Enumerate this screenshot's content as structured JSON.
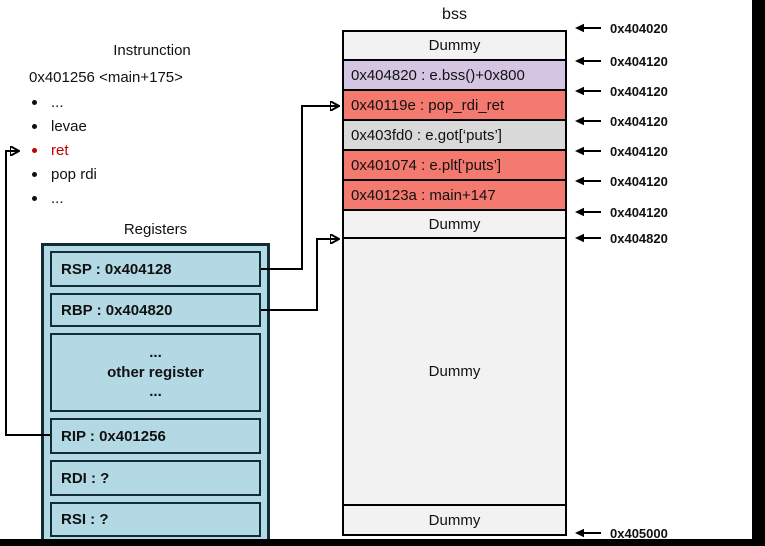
{
  "instruction": {
    "title": "Instrunction",
    "header": "0x401256 <main+175>",
    "items": [
      {
        "text": "...",
        "highlight": false
      },
      {
        "text": "levae",
        "highlight": false
      },
      {
        "text": "ret",
        "highlight": true
      },
      {
        "text": "pop rdi",
        "highlight": false
      },
      {
        "text": "...",
        "highlight": false
      }
    ]
  },
  "registers": {
    "title": "Registers",
    "rows": [
      {
        "id": "rsp",
        "label": "RSP : 0x404128"
      },
      {
        "id": "rbp",
        "label": "RBP : 0x404820"
      },
      {
        "id": "other",
        "lines": [
          "...",
          "other register",
          "..."
        ]
      },
      {
        "id": "rip",
        "label": "RIP : 0x401256"
      },
      {
        "id": "rdi",
        "label": "RDI : ?"
      },
      {
        "id": "rsi",
        "label": "RSI : ?"
      }
    ]
  },
  "stack": {
    "title": "bss",
    "rows": [
      {
        "text": "Dummy",
        "type": "dummy"
      },
      {
        "text": "0x404820 : e.bss()+0x800",
        "type": "purple"
      },
      {
        "text": "0x40119e : pop_rdi_ret",
        "type": "red"
      },
      {
        "text": "0x403fd0 : e.got[‘puts’]",
        "type": "gray"
      },
      {
        "text": "0x401074 : e.plt[‘puts’]",
        "type": "red"
      },
      {
        "text": "0x40123a : main+147",
        "type": "red"
      },
      {
        "text": "Dummy",
        "type": "dummy"
      },
      {
        "text": "Dummy",
        "type": "dummy-large"
      },
      {
        "text": "Dummy",
        "type": "dummy"
      }
    ],
    "address_markers": [
      "0x404020",
      "0x404120",
      "0x404120",
      "0x404120",
      "0x404120",
      "0x404120",
      "0x404120",
      "0x404820",
      "0x405000"
    ]
  },
  "colors": {
    "row_red": "#f4796e",
    "row_purple": "#d4c6e2",
    "row_gray": "#d9d9d9",
    "row_dummy": "#f2f2f2",
    "register_fill": "#b3d9e5",
    "register_border": "#0f2c38",
    "highlight_red": "#c00000",
    "arrow_black": "#000000"
  }
}
